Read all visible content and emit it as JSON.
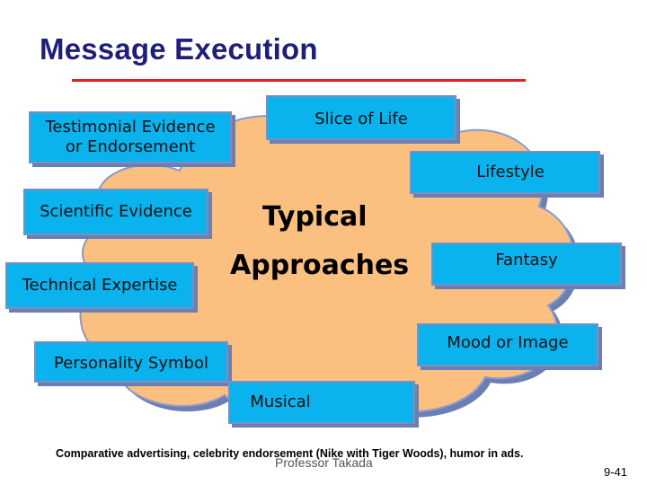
{
  "slide": {
    "title": "Message Execution",
    "center": {
      "line1": "Typical",
      "line2": "Approaches"
    },
    "boxes": {
      "testimonial": {
        "line1": "Testimonial Evidence",
        "line2": "or Endorsement"
      },
      "slice_of_life": "Slice of Life",
      "lifestyle": "Lifestyle",
      "scientific": "Scientific Evidence",
      "technical": "Technical Expertise",
      "fantasy": "Fantasy",
      "mood": "Mood or Image",
      "personality": "Personality Symbol",
      "musical": "Musical"
    },
    "caption": "Comparative advertising, celebrity endorsement (Nike with Tiger Woods), humor in ads.",
    "presenter": "Professor Takada",
    "page_number": "9-41"
  },
  "colors": {
    "title": "#1f1f7a",
    "rule": "#e02020",
    "cloud_fill": "#fbbf80",
    "cloud_outline": "#6c7fb5",
    "box_fill": "#0ab3ee"
  }
}
